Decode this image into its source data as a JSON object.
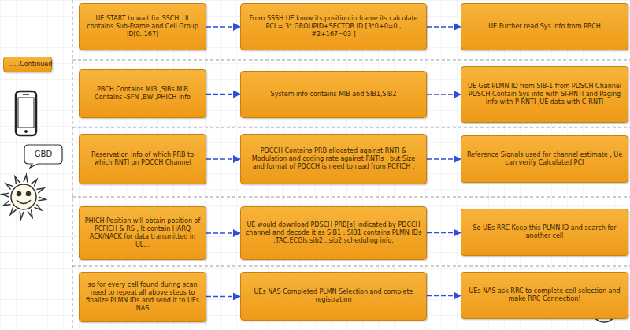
{
  "diagram": {
    "nodes": [
      {
        "text": [
          "UE START to wait for SSCH . It contains Sub-Frame and Cell Group ID[0..167]"
        ]
      },
      {
        "text": [
          "From SSSH UE know its position in frame its calculate PCI = 3* GROUPID+SECTOR ID [3*0+0=0 , #2+167=03 ]"
        ]
      },
      {
        "text": [
          "UE Further read Sys info from PBCH"
        ]
      },
      {
        "text": [
          "......Continued"
        ]
      },
      {
        "text": [
          "PBCH Contains MIB ,SIBs MIB Contains -SFN ,BW ,PHICH info"
        ]
      },
      {
        "text": [
          "System info contains MIB and SIB1,SIB2"
        ]
      },
      {
        "text": [
          "UE Get PLMN ID from SIB-1 from PDSCH Channel PDSCH Contain Sys info with SI-RNTI and Paging info with P-RNTI ,UE data with C-RNTI"
        ]
      },
      {
        "text": [
          "GBD"
        ]
      },
      {
        "text": [
          "Reservation info of which PRB to which RNTI on PDCCH Channel"
        ]
      },
      {
        "text": [
          "PDCCH Contains PRB allocated against RNTI & Modulation and coding rate against RNTIs , but Size and format of PDCCH is need to read from PCFICH ."
        ]
      },
      {
        "text": [
          "Reference Signals used for channel estimate , Ue can verify Calculated PCI"
        ]
      },
      {
        "text": [
          "PHICH Position will obtain position of PCFICH & RS , It contain HARQ ACK/NACK for data transmitted in UL..."
        ]
      },
      {
        "text": [
          "UE would download PDSCH PRB[s] indicated by PDCCH channel and decode it as SIB1 , SIB1 contains PLMN IDs ,TAC,ECGIs,sib2...sib2 scheduling info."
        ]
      },
      {
        "text": [
          "So UEs RRC Keep this PLMN ID and search for another cell"
        ]
      },
      {
        "text": [
          "so for every cell found during scan need to repeat all above steps to finalize PLMN IDs and send it to UEs NAS"
        ]
      },
      {
        "text": [
          "UEs NAS Completed PLMN Selection and complete registration"
        ]
      },
      {
        "text": [
          "UEs NAS ask RRC to complete cell selection and make RRC Connection!"
        ]
      }
    ],
    "edges": [
      {
        "from": 0,
        "to": 1,
        "arrow": "to"
      },
      {
        "from": 1,
        "to": 2,
        "arrow": "to"
      },
      {
        "from": 4,
        "to": 5,
        "arrow": "to"
      },
      {
        "from": 5,
        "to": 6,
        "arrow": "to"
      },
      {
        "from": 8,
        "to": 9,
        "arrow": "to"
      },
      {
        "from": 9,
        "to": 10,
        "arrow": "to"
      },
      {
        "from": 11,
        "to": 12,
        "arrow": "to"
      },
      {
        "from": 12,
        "to": 13,
        "arrow": "to"
      },
      {
        "from": 14,
        "to": 15,
        "arrow": "to"
      },
      {
        "from": 15,
        "to": 16,
        "arrow": "to"
      }
    ]
  }
}
